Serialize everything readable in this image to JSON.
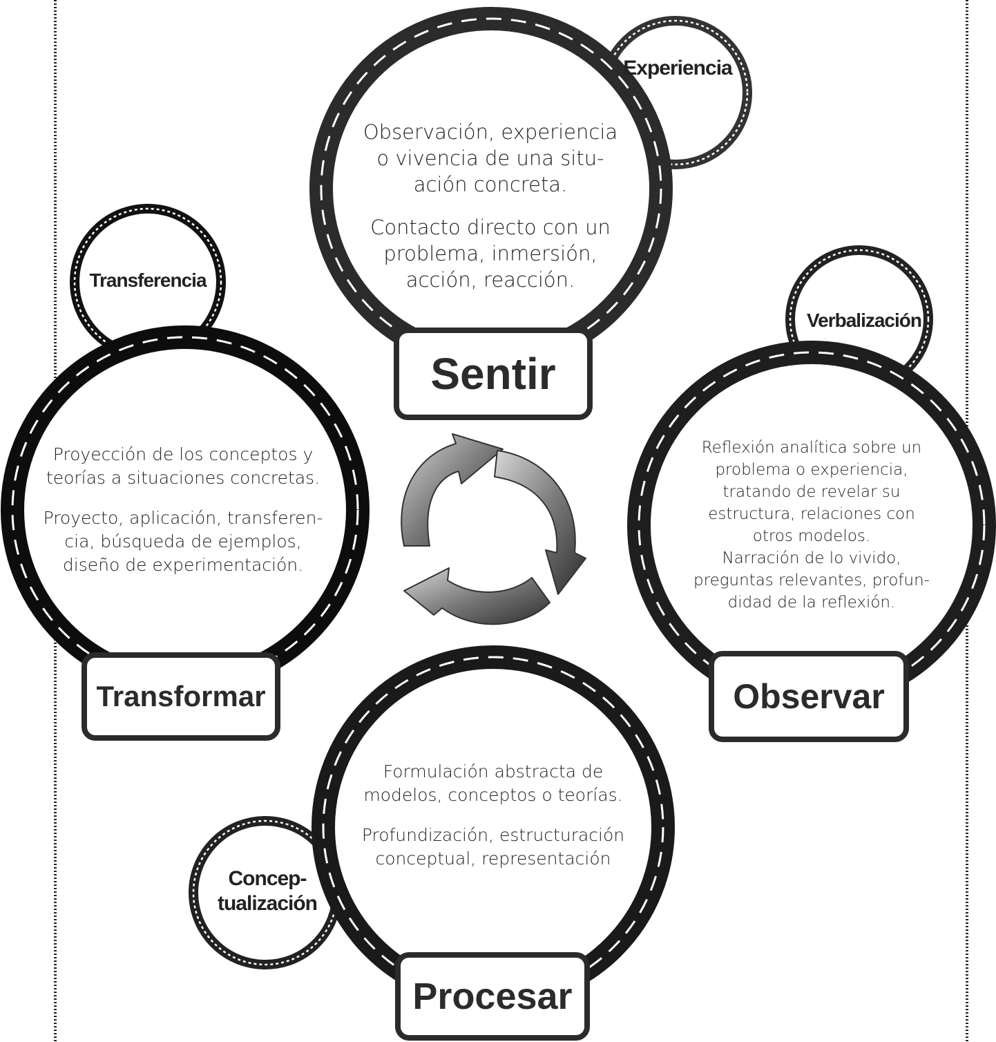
{
  "stages": {
    "sentir": {
      "name": "Sentir",
      "tag": "Experiencia",
      "desc1": [
        "Observación, experiencia",
        "o vivencia de una situ-",
        "ación concreta."
      ],
      "desc2": [
        "Contacto directo con un",
        "problema, inmersión,",
        "acción, reacción."
      ]
    },
    "observar": {
      "name": "Observar",
      "tag": "Verbalización",
      "desc1": [
        "Reflexión analítica sobre un",
        "problema o experiencia,",
        "tratando de revelar su",
        "estructura, relaciones con",
        "otros modelos.",
        "Narración de lo vivido,",
        "preguntas relevantes, profun-",
        "didad de la reflexión."
      ]
    },
    "procesar": {
      "name": "Procesar",
      "tag": [
        "Concep-",
        "tualización"
      ],
      "desc1": [
        "Formulación abstracta de",
        "modelos, conceptos o teorías."
      ],
      "desc2": [
        "Profundización, estructuración",
        "conceptual, representación"
      ]
    },
    "transformar": {
      "name": "Transformar",
      "tag": "Transferencia",
      "desc1": [
        "Proyección de los conceptos y",
        "teorías a situaciones concretas."
      ],
      "desc2": [
        "Proyecto, aplicación, transferen-",
        "cia, búsqueda de ejemplos,",
        "diseño de experimentación."
      ]
    }
  },
  "icons": {
    "center": "cycle-arrows-icon"
  },
  "colors": {
    "ring": "#262626",
    "ring_dark": "#0d0d0d",
    "dash": "#ffffff",
    "arrow": "#8a8a8a"
  }
}
